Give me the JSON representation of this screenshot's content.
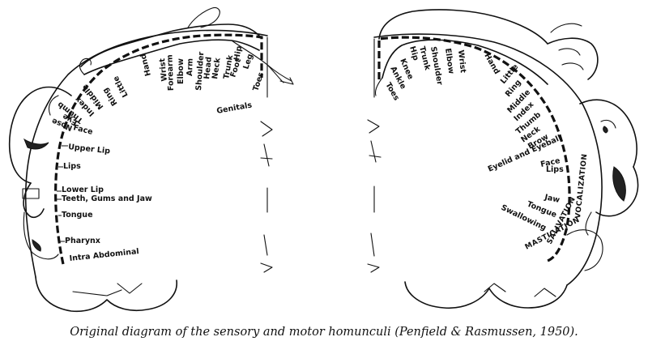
{
  "caption": "Original diagram of the sensory and motor homunculi (Penfield & Rasmussen, 1950).",
  "sensory": {
    "labels": [
      "Toes",
      "Genitals",
      "Foot",
      "Leg",
      "Hip",
      "Trunk",
      "Neck",
      "Head",
      "Shoulder",
      "Arm",
      "Elbow",
      "Forearm",
      "Wrist",
      "Hand",
      "Little",
      "Ring",
      "Middle",
      "Index",
      "Thumb",
      "Eye",
      "Nose",
      "Face",
      "Upper Lip",
      "Lips",
      "Lower Lip",
      "Teeth, Gums and Jaw",
      "Tongue",
      "Pharynx",
      "Intra Abdominal"
    ]
  },
  "motor": {
    "labels": [
      "Toes",
      "Ankle",
      "Knee",
      "Hip",
      "Trunk",
      "Shoulder",
      "Elbow",
      "Wrist",
      "Hand",
      "Little",
      "Ring",
      "Middle",
      "Index",
      "Thumb",
      "Neck",
      "Brow",
      "Eyelid and Eyeball",
      "Face",
      "Lips",
      "Jaw",
      "Tongue",
      "Swallowing"
    ],
    "vertical": [
      "VOCALIZATION",
      "SALIVATION",
      "MASTICATION"
    ]
  },
  "icons": [
    "sensory-homunculus-figure-icon",
    "motor-homunculus-figure-icon"
  ]
}
